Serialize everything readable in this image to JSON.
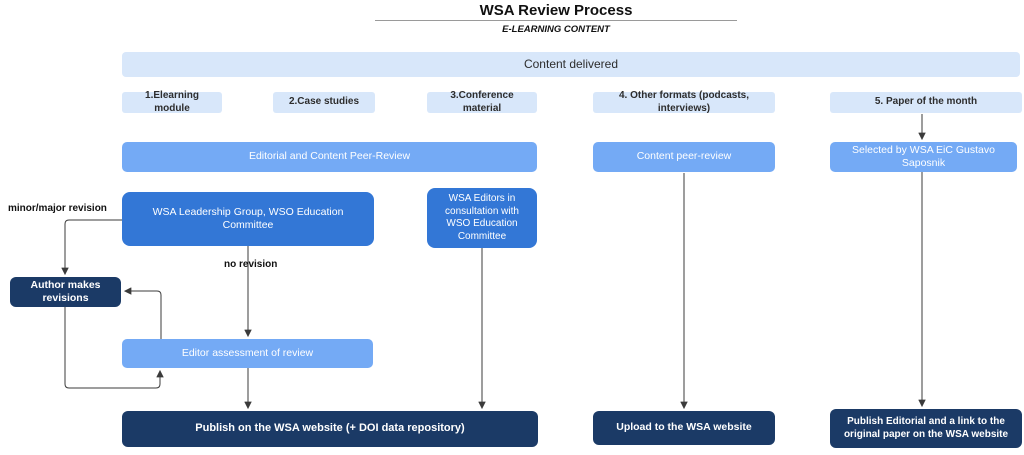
{
  "header": {
    "title": "WSA Review Process",
    "subtitle": "E-LEARNING CONTENT"
  },
  "banner": {
    "label": "Content delivered"
  },
  "categories": [
    {
      "label": "1.Elearning module"
    },
    {
      "label": "2.Case studies"
    },
    {
      "label": "3.Conference material"
    },
    {
      "label": "4. Other formats (podcasts, interviews)"
    },
    {
      "label": "5. Paper of the month"
    }
  ],
  "review_row": [
    {
      "label": "Editorial and Content Peer-Review"
    },
    {
      "label": "Content peer-review"
    },
    {
      "label": "Selected by WSA EiC Gustavo Saposnik"
    }
  ],
  "process": {
    "leadership": "WSA Leadership Group, WSO Education Committee",
    "wsa_editors": "WSA Editors in consultation with WSO Education Committee",
    "author_revisions": "Author makes revisions",
    "editor_assessment": "Editor assessment of review"
  },
  "edge_labels": {
    "minor_major_revision": "minor/major revision",
    "no_revision": "no revision"
  },
  "outputs": [
    {
      "label": "Publish on the WSA website (+ DOI data repository)"
    },
    {
      "label": "Upload to the WSA website"
    },
    {
      "label": "Publish Editorial and a link to the original paper on the WSA website"
    }
  ],
  "colors": {
    "light_blue": "#d8e7fa",
    "medium_blue": "#74aaf5",
    "strong_blue": "#3377d6",
    "navy": "#1b3a66",
    "connector": "#3b3b3b"
  }
}
